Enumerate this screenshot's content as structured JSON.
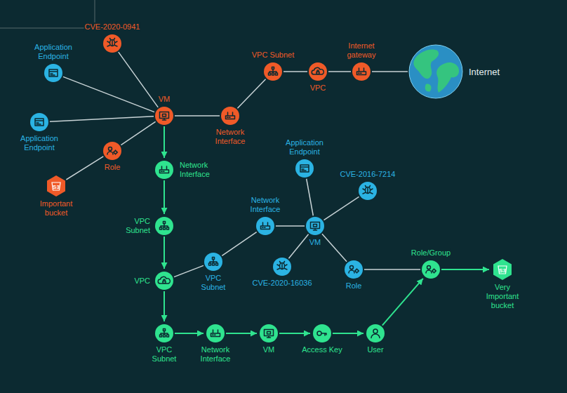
{
  "diagram": {
    "nodes": [
      {
        "text": [
          "CVE-2020-0941"
        ]
      },
      {
        "text": [
          "Application Endpoint"
        ]
      },
      {
        "text": [
          "VPC Subnet"
        ]
      },
      {
        "text": [
          "VPC"
        ]
      },
      {
        "text": [
          "Internet gateway"
        ]
      },
      {
        "text": [
          "Internet"
        ]
      },
      {
        "text": [
          "VM"
        ]
      },
      {
        "text": [
          "Network Interface"
        ]
      },
      {
        "text": [
          "Application Endpoint"
        ]
      },
      {
        "text": [
          "Role"
        ]
      },
      {
        "text": [
          "Network Interface"
        ]
      },
      {
        "text": [
          "Application Endpoint"
        ]
      },
      {
        "text": [
          "CVE-2016-7214"
        ]
      },
      {
        "text": [
          "Important bucket"
        ]
      },
      {
        "text": [
          "VPC Subnet"
        ]
      },
      {
        "text": [
          "Network Interface"
        ]
      },
      {
        "text": [
          "VM"
        ]
      },
      {
        "text": [
          "VPC Subnet"
        ]
      },
      {
        "text": [
          "VPC"
        ]
      },
      {
        "text": [
          "CVE-2020-16036"
        ]
      },
      {
        "text": [
          "Role"
        ]
      },
      {
        "text": [
          "Role/Group"
        ]
      },
      {
        "text": [
          "Very Important bucket"
        ]
      },
      {
        "text": [
          "VPC Subnet"
        ]
      },
      {
        "text": [
          "Network Interface"
        ]
      },
      {
        "text": [
          "VM"
        ]
      },
      {
        "text": [
          "Access Key"
        ]
      },
      {
        "text": [
          "User"
        ]
      }
    ],
    "edges": [
      {
        "from": 0,
        "to": 6,
        "arrow": "none"
      },
      {
        "from": 1,
        "to": 6,
        "arrow": "none"
      },
      {
        "from": 8,
        "to": 6,
        "arrow": "none"
      },
      {
        "from": 9,
        "to": 6,
        "arrow": "none"
      },
      {
        "from": 9,
        "to": 13,
        "arrow": "none"
      },
      {
        "from": 6,
        "to": 7,
        "arrow": "none"
      },
      {
        "from": 7,
        "to": 2,
        "arrow": "none"
      },
      {
        "from": 2,
        "to": 3,
        "arrow": "none"
      },
      {
        "from": 3,
        "to": 4,
        "arrow": "none"
      },
      {
        "from": 4,
        "to": 5,
        "arrow": "none"
      },
      {
        "from": 6,
        "to": 10,
        "arrow": "to"
      },
      {
        "from": 10,
        "to": 14,
        "arrow": "to"
      },
      {
        "from": 14,
        "to": 18,
        "arrow": "to"
      },
      {
        "from": 18,
        "to": 23,
        "arrow": "to"
      },
      {
        "from": 23,
        "to": 24,
        "arrow": "to"
      },
      {
        "from": 24,
        "to": 25,
        "arrow": "to"
      },
      {
        "from": 25,
        "to": 26,
        "arrow": "to"
      },
      {
        "from": 26,
        "to": 27,
        "arrow": "to"
      },
      {
        "from": 27,
        "to": 21,
        "arrow": "to"
      },
      {
        "from": 21,
        "to": 22,
        "arrow": "to"
      },
      {
        "from": 18,
        "to": 17,
        "arrow": "none"
      },
      {
        "from": 17,
        "to": 15,
        "arrow": "none"
      },
      {
        "from": 15,
        "to": 16,
        "arrow": "none"
      },
      {
        "from": 11,
        "to": 16,
        "arrow": "none"
      },
      {
        "from": 12,
        "to": 16,
        "arrow": "none"
      },
      {
        "from": 19,
        "to": 16,
        "arrow": "none"
      },
      {
        "from": 16,
        "to": 20,
        "arrow": "none"
      },
      {
        "from": 20,
        "to": 21,
        "arrow": "none"
      }
    ],
    "labels": [
      "S3",
      "S3"
    ]
  }
}
